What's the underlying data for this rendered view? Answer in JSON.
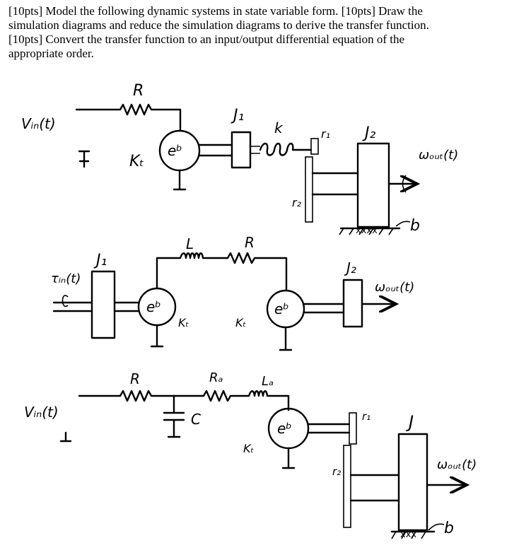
{
  "problem": {
    "lines": [
      "[10pts] Model the following dynamic systems in state variable form. [10pts] Draw the",
      "simulation diagrams and reduce the simulation diagrams to derive the transfer function.",
      "[10pts] Convert the transfer function to an input/output differential equation of the",
      "appropriate order."
    ]
  },
  "system1": {
    "input": "Vᵢₙ(t)",
    "resistor": "R",
    "bemf": "eᵇ",
    "torque_const": "Kₜ",
    "inertia1": "J₁",
    "spring": "k",
    "gear_r1": "r₁",
    "gear_r2": "r₂",
    "inertia2": "J₂",
    "output": "ωₒᵤₜ(t)",
    "damping": "b"
  },
  "system2": {
    "input": "τᵢₙ(t)",
    "inertia1": "J₁",
    "inductor": "L",
    "resistor": "R",
    "bemf_left": "eᵇ",
    "bemf_right": "eᵇ",
    "const_left": "Kₜ",
    "const_right": "Kₜ",
    "inertia2": "J₂",
    "output": "ωₒᵤₜ(t)"
  },
  "system3": {
    "input": "Vᵢₙ(t)",
    "resistor": "R",
    "capacitor": "C",
    "armature_res": "Rₐ",
    "armature_ind": "Lₐ",
    "bemf": "eᵇ",
    "torque_const": "Kₜ",
    "gear_r1": "r₁",
    "gear_r2": "r₂",
    "inertia": "J",
    "output": "ωₒᵤₜ(t)",
    "damping": "b"
  }
}
